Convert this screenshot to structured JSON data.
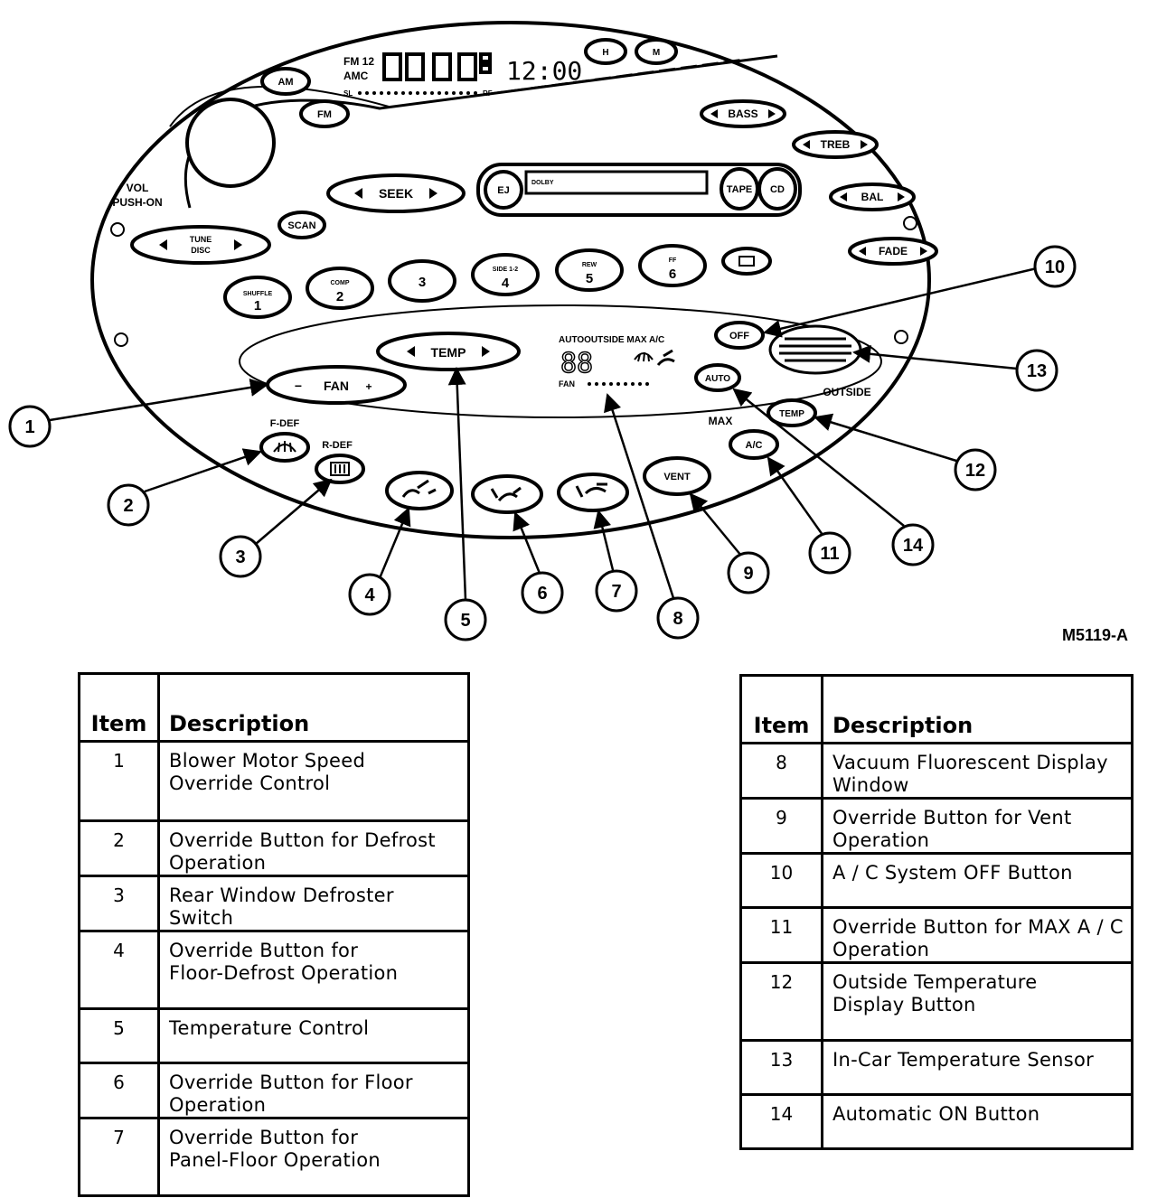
{
  "figure_code": "M5119-A",
  "radio": {
    "band_fm": "FM 12",
    "band_amc": "AMC",
    "clock": "12:00",
    "signal_left": "SL",
    "signal_right": "RF",
    "vol_label": "VOL",
    "push_on_label": "PUSH-ON",
    "buttons": {
      "am": "AM",
      "fm": "FM",
      "h": "H",
      "m": "M",
      "bass": "BASS",
      "treb": "TREB",
      "bal": "BAL",
      "fade": "FADE",
      "seek": "SEEK",
      "scan": "SCAN",
      "tune": "TUNE",
      "disc": "DISC",
      "ej": "EJ",
      "tape": "TAPE",
      "cd": "CD",
      "dolby": "DOLBY"
    },
    "presets": [
      {
        "top": "SHUFFLE",
        "num": "1"
      },
      {
        "top": "COMP",
        "num": "2"
      },
      {
        "top": "",
        "num": "3"
      },
      {
        "top": "SIDE 1-2",
        "num": "4"
      },
      {
        "top": "REW",
        "num": "5"
      },
      {
        "top": "FF",
        "num": "6"
      }
    ]
  },
  "climate": {
    "fan_label": "FAN",
    "fan_minus": "−",
    "fan_plus": "+",
    "temp_label": "TEMP",
    "display_top": "AUTOOUTSIDE  MAX  A/C",
    "display_temp": "88",
    "display_fan": "FAN",
    "f_def": "F-DEF",
    "r_def": "R-DEF",
    "off": "OFF",
    "auto": "AUTO",
    "outside": "OUTSIDE",
    "outside_temp": "TEMP",
    "max": "MAX",
    "ac": "A/C",
    "vent": "VENT"
  },
  "callouts": [
    "1",
    "2",
    "3",
    "4",
    "5",
    "6",
    "7",
    "8",
    "9",
    "10",
    "11",
    "12",
    "13",
    "14"
  ],
  "legend": {
    "header_item": "Item",
    "header_desc": "Description",
    "left": [
      {
        "item": "1",
        "lines": [
          "Blower Motor Speed",
          "Override Control"
        ]
      },
      {
        "item": "2",
        "lines": [
          "Override Button for Defrost",
          "Operation"
        ]
      },
      {
        "item": "3",
        "lines": [
          "Rear Window Defroster",
          "Switch"
        ]
      },
      {
        "item": "4",
        "lines": [
          "Override Button for",
          "Floor-Defrost Operation"
        ]
      },
      {
        "item": "5",
        "lines": [
          "Temperature Control"
        ]
      },
      {
        "item": "6",
        "lines": [
          "Override Button for Floor",
          "Operation"
        ]
      },
      {
        "item": "7",
        "lines": [
          "Override Button for",
          "Panel-Floor Operation"
        ]
      }
    ],
    "right": [
      {
        "item": "8",
        "lines": [
          "Vacuum Fluorescent Display",
          "Window"
        ]
      },
      {
        "item": "9",
        "lines": [
          "Override Button for Vent",
          "Operation"
        ]
      },
      {
        "item": "10",
        "lines": [
          "A / C System OFF Button"
        ]
      },
      {
        "item": "11",
        "lines": [
          "Override Button for MAX A / C",
          "Operation"
        ]
      },
      {
        "item": "12",
        "lines": [
          "Outside Temperature",
          "Display Button"
        ]
      },
      {
        "item": "13",
        "lines": [
          "In-Car Temperature Sensor"
        ]
      },
      {
        "item": "14",
        "lines": [
          "Automatic ON Button"
        ]
      }
    ]
  }
}
